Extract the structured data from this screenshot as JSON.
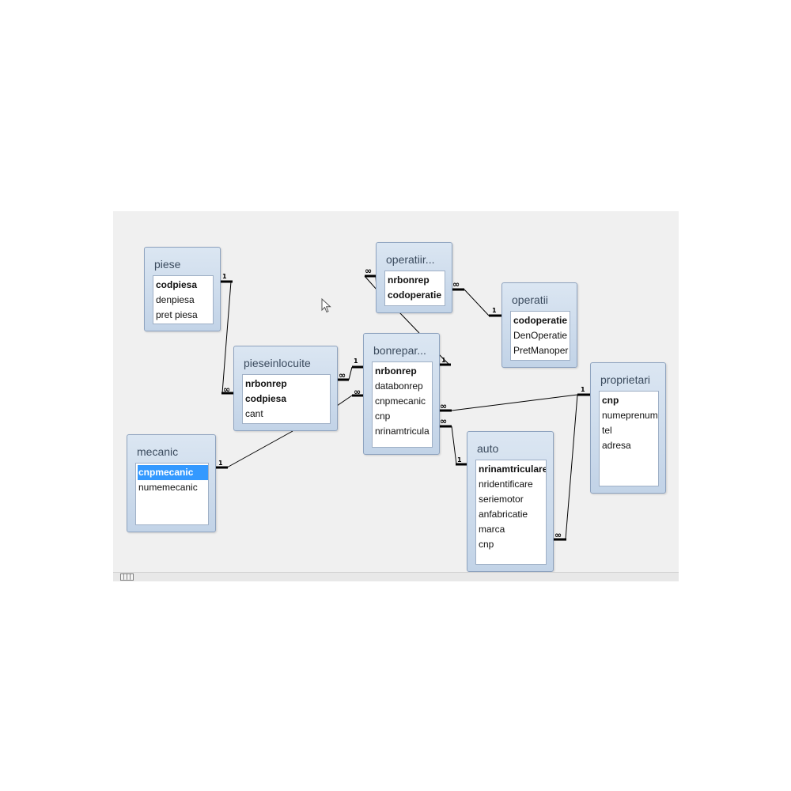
{
  "tables": [
    {
      "id": "piese",
      "title": "piese",
      "fields": [
        {
          "name": "codpiesa",
          "pk": true
        },
        {
          "name": "denpiesa"
        },
        {
          "name": "pret piesa"
        }
      ]
    },
    {
      "id": "pieseinlocuite",
      "title": "pieseinlocuite",
      "fields": [
        {
          "name": "nrbonrep",
          "pk": true
        },
        {
          "name": "codpiesa",
          "pk": true
        },
        {
          "name": "cant"
        }
      ]
    },
    {
      "id": "mecanic",
      "title": "mecanic",
      "fields": [
        {
          "name": "cnpmecanic",
          "pk": true,
          "selected": true
        },
        {
          "name": "numemecanic"
        }
      ]
    },
    {
      "id": "operatiir",
      "title": "operatiir...",
      "fields": [
        {
          "name": "nrbonrep",
          "pk": true
        },
        {
          "name": "codoperatie",
          "pk": true
        }
      ]
    },
    {
      "id": "operatii",
      "title": "operatii",
      "fields": [
        {
          "name": "codoperatie",
          "pk": true
        },
        {
          "name": "DenOperatie"
        },
        {
          "name": "PretManoper"
        }
      ]
    },
    {
      "id": "bonreparatie",
      "title": "bonrepar...",
      "fields": [
        {
          "name": "nrbonrep",
          "pk": true
        },
        {
          "name": "databonrep"
        },
        {
          "name": "cnpmecanic"
        },
        {
          "name": "cnp"
        },
        {
          "name": "nrinamtricula"
        }
      ]
    },
    {
      "id": "proprietari",
      "title": "proprietari",
      "fields": [
        {
          "name": "cnp",
          "pk": true
        },
        {
          "name": "numeprenum"
        },
        {
          "name": "tel"
        },
        {
          "name": "adresa"
        }
      ]
    },
    {
      "id": "auto",
      "title": "auto",
      "fields": [
        {
          "name": "nrinamtriculare",
          "pk": true
        },
        {
          "name": "nridentificare"
        },
        {
          "name": "seriemotor"
        },
        {
          "name": "anfabricatie"
        },
        {
          "name": "marca"
        },
        {
          "name": "cnp"
        }
      ]
    }
  ],
  "cardinality": {
    "one": "1",
    "many": "∞"
  },
  "icons": {
    "cursor": "arrow-cursor-icon",
    "scroll": "scrollbar-grip-icon"
  },
  "colors": {
    "canvas": "#f0f0f0",
    "selection": "#3399ff",
    "table_header": "#c8d7e9"
  }
}
